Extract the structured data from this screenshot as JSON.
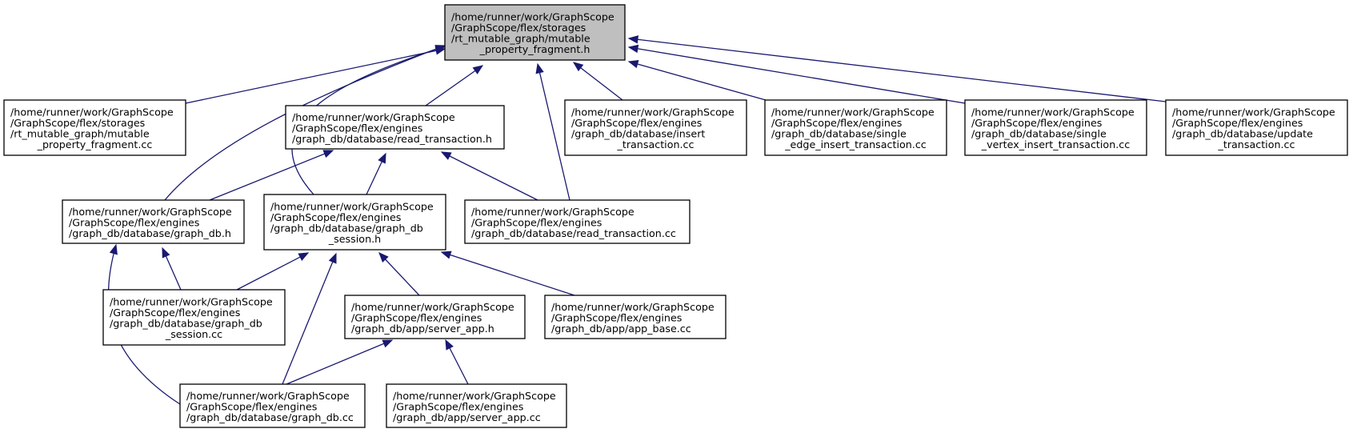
{
  "diagram": {
    "colors": {
      "edge": "#191970",
      "root_fill": "#bfbfbf",
      "node_fill": "#ffffff",
      "border": "#000000"
    },
    "nodes": [
      {
        "id": "mutable-fragment-h",
        "lines": [
          "/home/runner/work/GraphScope",
          "/GraphScope/flex/storages",
          "/rt_mutable_graph/mutable",
          "_property_fragment.h"
        ],
        "highlighted": true
      },
      {
        "id": "mutable-fragment-cc",
        "lines": [
          "/home/runner/work/GraphScope",
          "/GraphScope/flex/storages",
          "/rt_mutable_graph/mutable",
          "_property_fragment.cc"
        ]
      },
      {
        "id": "read-transaction-h",
        "lines": [
          "/home/runner/work/GraphScope",
          "/GraphScope/flex/engines",
          "/graph_db/database/read_transaction.h"
        ]
      },
      {
        "id": "insert-transaction-cc",
        "lines": [
          "/home/runner/work/GraphScope",
          "/GraphScope/flex/engines",
          "/graph_db/database/insert",
          "_transaction.cc"
        ]
      },
      {
        "id": "single-edge-insert-cc",
        "lines": [
          "/home/runner/work/GraphScope",
          "/GraphScope/flex/engines",
          "/graph_db/database/single",
          "_edge_insert_transaction.cc"
        ]
      },
      {
        "id": "single-vertex-insert-cc",
        "lines": [
          "/home/runner/work/GraphScope",
          "/GraphScope/flex/engines",
          "/graph_db/database/single",
          "_vertex_insert_transaction.cc"
        ]
      },
      {
        "id": "update-transaction-cc",
        "lines": [
          "/home/runner/work/GraphScope",
          "/GraphScope/flex/engines",
          "/graph_db/database/update",
          "_transaction.cc"
        ]
      },
      {
        "id": "graph-db-h",
        "lines": [
          "/home/runner/work/GraphScope",
          "/GraphScope/flex/engines",
          "/graph_db/database/graph_db.h"
        ]
      },
      {
        "id": "graph-db-session-h",
        "lines": [
          "/home/runner/work/GraphScope",
          "/GraphScope/flex/engines",
          "/graph_db/database/graph_db",
          "_session.h"
        ]
      },
      {
        "id": "read-transaction-cc",
        "lines": [
          "/home/runner/work/GraphScope",
          "/GraphScope/flex/engines",
          "/graph_db/database/read_transaction.cc"
        ]
      },
      {
        "id": "graph-db-session-cc",
        "lines": [
          "/home/runner/work/GraphScope",
          "/GraphScope/flex/engines",
          "/graph_db/database/graph_db",
          "_session.cc"
        ]
      },
      {
        "id": "server-app-h",
        "lines": [
          "/home/runner/work/GraphScope",
          "/GraphScope/flex/engines",
          "/graph_db/app/server_app.h"
        ]
      },
      {
        "id": "app-base-cc",
        "lines": [
          "/home/runner/work/GraphScope",
          "/GraphScope/flex/engines",
          "/graph_db/app/app_base.cc"
        ]
      },
      {
        "id": "graph-db-cc",
        "lines": [
          "/home/runner/work/GraphScope",
          "/GraphScope/flex/engines",
          "/graph_db/database/graph_db.cc"
        ]
      },
      {
        "id": "server-app-cc",
        "lines": [
          "/home/runner/work/GraphScope",
          "/GraphScope/flex/engines",
          "/graph_db/app/server_app.cc"
        ]
      }
    ],
    "edges": [
      {
        "from": "mutable-fragment-cc",
        "to": "mutable-fragment-h"
      },
      {
        "from": "graph-db-h",
        "to": "mutable-fragment-h"
      },
      {
        "from": "graph-db-session-h",
        "to": "mutable-fragment-h"
      },
      {
        "from": "read-transaction-h",
        "to": "mutable-fragment-h"
      },
      {
        "from": "read-transaction-cc",
        "to": "mutable-fragment-h"
      },
      {
        "from": "insert-transaction-cc",
        "to": "mutable-fragment-h"
      },
      {
        "from": "single-edge-insert-cc",
        "to": "mutable-fragment-h"
      },
      {
        "from": "single-vertex-insert-cc",
        "to": "mutable-fragment-h"
      },
      {
        "from": "update-transaction-cc",
        "to": "mutable-fragment-h"
      },
      {
        "from": "graph-db-h",
        "to": "read-transaction-h"
      },
      {
        "from": "graph-db-session-h",
        "to": "read-transaction-h"
      },
      {
        "from": "read-transaction-cc",
        "to": "read-transaction-h"
      },
      {
        "from": "graph-db-session-cc",
        "to": "graph-db-h"
      },
      {
        "from": "graph-db-cc",
        "to": "graph-db-h"
      },
      {
        "from": "graph-db-session-cc",
        "to": "graph-db-session-h"
      },
      {
        "from": "graph-db-cc",
        "to": "graph-db-session-h"
      },
      {
        "from": "server-app-h",
        "to": "graph-db-session-h"
      },
      {
        "from": "app-base-cc",
        "to": "graph-db-session-h"
      },
      {
        "from": "graph-db-cc",
        "to": "server-app-h"
      },
      {
        "from": "server-app-cc",
        "to": "server-app-h"
      }
    ]
  }
}
